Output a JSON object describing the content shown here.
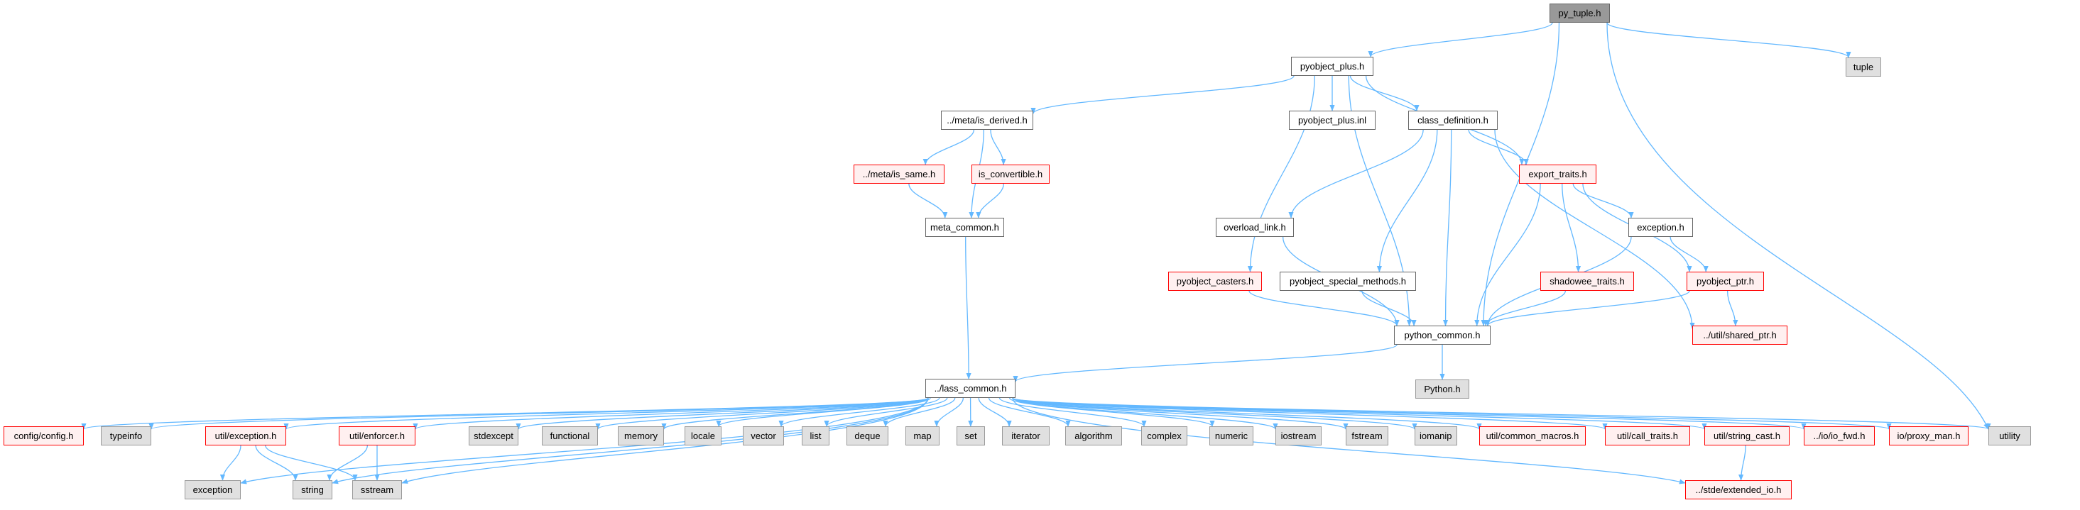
{
  "graph": {
    "title": "py_tuple.h",
    "edge_color": "#63b8ff",
    "colors": {
      "root_fill": "#999999",
      "normal_fill": "#ffffff",
      "normal_border": "#666666",
      "truncated_fill": "#fff0f0",
      "truncated_border": "#ff0000",
      "external_fill": "#e0e0e0",
      "external_border": "#999999"
    },
    "nodes": [
      {
        "id": "py_tuple",
        "label": "py_tuple.h",
        "kind": "root"
      },
      {
        "id": "pyobject_plus",
        "label": "pyobject_plus.h",
        "kind": "normal"
      },
      {
        "id": "tuple",
        "label": "tuple",
        "kind": "external"
      },
      {
        "id": "is_derived",
        "label": "../meta/is_derived.h",
        "kind": "normal"
      },
      {
        "id": "pyobject_plus_inl",
        "label": "pyobject_plus.inl",
        "kind": "normal"
      },
      {
        "id": "class_definition",
        "label": "class_definition.h",
        "kind": "normal"
      },
      {
        "id": "is_same",
        "label": "../meta/is_same.h",
        "kind": "truncated"
      },
      {
        "id": "is_convertible",
        "label": "is_convertible.h",
        "kind": "truncated"
      },
      {
        "id": "export_traits",
        "label": "export_traits.h",
        "kind": "truncated"
      },
      {
        "id": "meta_common",
        "label": "meta_common.h",
        "kind": "normal"
      },
      {
        "id": "overload_link",
        "label": "overload_link.h",
        "kind": "normal"
      },
      {
        "id": "exception_h",
        "label": "exception.h",
        "kind": "normal"
      },
      {
        "id": "pyobject_casters",
        "label": "pyobject_casters.h",
        "kind": "truncated"
      },
      {
        "id": "pyobject_special_methods",
        "label": "pyobject_special_methods.h",
        "kind": "normal"
      },
      {
        "id": "shadowee_traits",
        "label": "shadowee_traits.h",
        "kind": "truncated"
      },
      {
        "id": "pyobject_ptr",
        "label": "pyobject_ptr.h",
        "kind": "truncated"
      },
      {
        "id": "python_common",
        "label": "python_common.h",
        "kind": "normal"
      },
      {
        "id": "shared_ptr",
        "label": "../util/shared_ptr.h",
        "kind": "truncated"
      },
      {
        "id": "lass_common",
        "label": "../lass_common.h",
        "kind": "normal"
      },
      {
        "id": "python_h",
        "label": "Python.h",
        "kind": "external"
      },
      {
        "id": "config",
        "label": "config/config.h",
        "kind": "truncated"
      },
      {
        "id": "typeinfo",
        "label": "typeinfo",
        "kind": "external"
      },
      {
        "id": "util_exception",
        "label": "util/exception.h",
        "kind": "truncated"
      },
      {
        "id": "util_enforcer",
        "label": "util/enforcer.h",
        "kind": "truncated"
      },
      {
        "id": "stdexcept",
        "label": "stdexcept",
        "kind": "external"
      },
      {
        "id": "functional",
        "label": "functional",
        "kind": "external"
      },
      {
        "id": "memory",
        "label": "memory",
        "kind": "external"
      },
      {
        "id": "locale",
        "label": "locale",
        "kind": "external"
      },
      {
        "id": "vector",
        "label": "vector",
        "kind": "external"
      },
      {
        "id": "list",
        "label": "list",
        "kind": "external"
      },
      {
        "id": "deque",
        "label": "deque",
        "kind": "external"
      },
      {
        "id": "map",
        "label": "map",
        "kind": "external"
      },
      {
        "id": "set",
        "label": "set",
        "kind": "external"
      },
      {
        "id": "iterator",
        "label": "iterator",
        "kind": "external"
      },
      {
        "id": "algorithm",
        "label": "algorithm",
        "kind": "external"
      },
      {
        "id": "complex",
        "label": "complex",
        "kind": "external"
      },
      {
        "id": "numeric",
        "label": "numeric",
        "kind": "external"
      },
      {
        "id": "iostream",
        "label": "iostream",
        "kind": "external"
      },
      {
        "id": "fstream",
        "label": "fstream",
        "kind": "external"
      },
      {
        "id": "iomanip",
        "label": "iomanip",
        "kind": "external"
      },
      {
        "id": "common_macros",
        "label": "util/common_macros.h",
        "kind": "truncated"
      },
      {
        "id": "call_traits",
        "label": "util/call_traits.h",
        "kind": "truncated"
      },
      {
        "id": "string_cast",
        "label": "util/string_cast.h",
        "kind": "truncated"
      },
      {
        "id": "io_fwd",
        "label": "../io/io_fwd.h",
        "kind": "truncated"
      },
      {
        "id": "proxy_man",
        "label": "io/proxy_man.h",
        "kind": "truncated"
      },
      {
        "id": "utility",
        "label": "utility",
        "kind": "external"
      },
      {
        "id": "exception_std",
        "label": "exception",
        "kind": "external"
      },
      {
        "id": "string",
        "label": "string",
        "kind": "external"
      },
      {
        "id": "sstream",
        "label": "sstream",
        "kind": "external"
      },
      {
        "id": "extended_io",
        "label": "../stde/extended_io.h",
        "kind": "truncated"
      }
    ],
    "edges": [
      [
        "py_tuple",
        "pyobject_plus"
      ],
      [
        "py_tuple",
        "tuple"
      ],
      [
        "py_tuple",
        "python_common"
      ],
      [
        "py_tuple",
        "utility"
      ],
      [
        "pyobject_plus",
        "is_derived"
      ],
      [
        "pyobject_plus",
        "pyobject_plus_inl"
      ],
      [
        "pyobject_plus",
        "class_definition"
      ],
      [
        "pyobject_plus",
        "export_traits"
      ],
      [
        "pyobject_plus",
        "pyobject_casters"
      ],
      [
        "pyobject_plus",
        "python_common"
      ],
      [
        "is_derived",
        "is_same"
      ],
      [
        "is_derived",
        "is_convertible"
      ],
      [
        "is_derived",
        "meta_common"
      ],
      [
        "is_same",
        "meta_common"
      ],
      [
        "is_convertible",
        "meta_common"
      ],
      [
        "meta_common",
        "lass_common"
      ],
      [
        "class_definition",
        "export_traits"
      ],
      [
        "class_definition",
        "overload_link"
      ],
      [
        "class_definition",
        "pyobject_special_methods"
      ],
      [
        "class_definition",
        "python_common"
      ],
      [
        "class_definition",
        "shared_ptr"
      ],
      [
        "export_traits",
        "exception_h"
      ],
      [
        "export_traits",
        "shadowee_traits"
      ],
      [
        "export_traits",
        "pyobject_ptr"
      ],
      [
        "export_traits",
        "python_common"
      ],
      [
        "exception_h",
        "pyobject_ptr"
      ],
      [
        "exception_h",
        "python_common"
      ],
      [
        "overload_link",
        "python_common"
      ],
      [
        "pyobject_casters",
        "python_common"
      ],
      [
        "pyobject_special_methods",
        "python_common"
      ],
      [
        "shadowee_traits",
        "python_common"
      ],
      [
        "pyobject_ptr",
        "python_common"
      ],
      [
        "pyobject_ptr",
        "shared_ptr"
      ],
      [
        "python_common",
        "lass_common"
      ],
      [
        "python_common",
        "python_h"
      ],
      [
        "lass_common",
        "config"
      ],
      [
        "lass_common",
        "typeinfo"
      ],
      [
        "lass_common",
        "exception_std"
      ],
      [
        "lass_common",
        "util_exception"
      ],
      [
        "lass_common",
        "string"
      ],
      [
        "lass_common",
        "util_enforcer"
      ],
      [
        "lass_common",
        "sstream"
      ],
      [
        "lass_common",
        "stdexcept"
      ],
      [
        "lass_common",
        "functional"
      ],
      [
        "lass_common",
        "memory"
      ],
      [
        "lass_common",
        "locale"
      ],
      [
        "lass_common",
        "vector"
      ],
      [
        "lass_common",
        "list"
      ],
      [
        "lass_common",
        "deque"
      ],
      [
        "lass_common",
        "map"
      ],
      [
        "lass_common",
        "set"
      ],
      [
        "lass_common",
        "iterator"
      ],
      [
        "lass_common",
        "algorithm"
      ],
      [
        "lass_common",
        "complex"
      ],
      [
        "lass_common",
        "numeric"
      ],
      [
        "lass_common",
        "iostream"
      ],
      [
        "lass_common",
        "fstream"
      ],
      [
        "lass_common",
        "iomanip"
      ],
      [
        "lass_common",
        "common_macros"
      ],
      [
        "lass_common",
        "call_traits"
      ],
      [
        "lass_common",
        "extended_io"
      ],
      [
        "lass_common",
        "string_cast"
      ],
      [
        "lass_common",
        "io_fwd"
      ],
      [
        "lass_common",
        "proxy_man"
      ],
      [
        "lass_common",
        "utility"
      ],
      [
        "util_exception",
        "exception_std"
      ],
      [
        "util_exception",
        "string"
      ],
      [
        "util_exception",
        "sstream"
      ],
      [
        "util_enforcer",
        "string"
      ],
      [
        "util_enforcer",
        "sstream"
      ],
      [
        "string_cast",
        "extended_io"
      ]
    ]
  }
}
